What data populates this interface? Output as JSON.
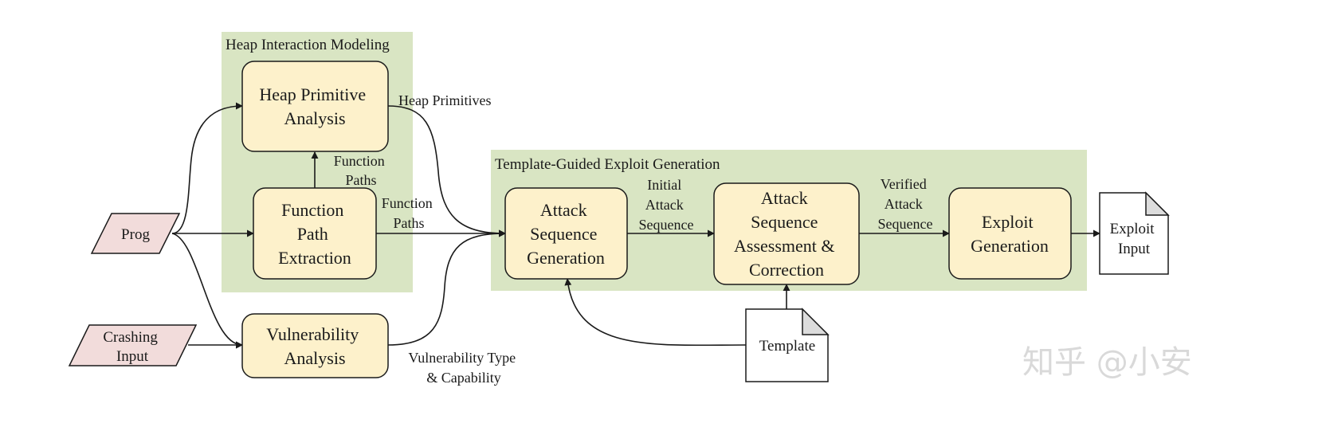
{
  "colors": {
    "group_fill": "#d9e5c3",
    "box_fill": "#fdf1cb",
    "io_fill": "#f2dcdb",
    "doc_fill": "#ffffff",
    "stroke": "#1a1a1a",
    "watermark": "#d9d9d9"
  },
  "groups": {
    "heap": {
      "title": "Heap Interaction Modeling"
    },
    "template": {
      "title": "Template-Guided Exploit Generation"
    }
  },
  "inputs": {
    "prog": {
      "label": "Prog"
    },
    "crashing": {
      "lines": [
        "Crashing",
        "Input"
      ]
    }
  },
  "boxes": {
    "heap_primitive": {
      "lines": [
        "Heap Primitive",
        "Analysis"
      ]
    },
    "function_path": {
      "lines": [
        "Function",
        "Path",
        "Extraction"
      ]
    },
    "vulnerability": {
      "lines": [
        "Vulnerability",
        "Analysis"
      ]
    },
    "attack_gen": {
      "lines": [
        "Attack",
        "Sequence",
        "Generation"
      ]
    },
    "assessment": {
      "lines": [
        "Attack",
        "Sequence",
        "Assessment &",
        "Correction"
      ]
    },
    "exploit_gen": {
      "lines": [
        "Exploit",
        "Generation"
      ]
    }
  },
  "documents": {
    "exploit_input": {
      "lines": [
        "Exploit",
        "Input"
      ]
    },
    "template": {
      "label": "Template"
    }
  },
  "edge_labels": {
    "heap_primitives": "Heap Primitives",
    "function_paths_up": [
      "Function",
      "Paths"
    ],
    "function_paths_right": [
      "Function",
      "Paths"
    ],
    "initial_attack": [
      "Initial",
      "Attack",
      "Sequence"
    ],
    "verified_attack": [
      "Verified",
      "Attack",
      "Sequence"
    ],
    "vuln_type": [
      "Vulnerability Type",
      "& Capability"
    ]
  },
  "watermark": "知乎 @小安"
}
